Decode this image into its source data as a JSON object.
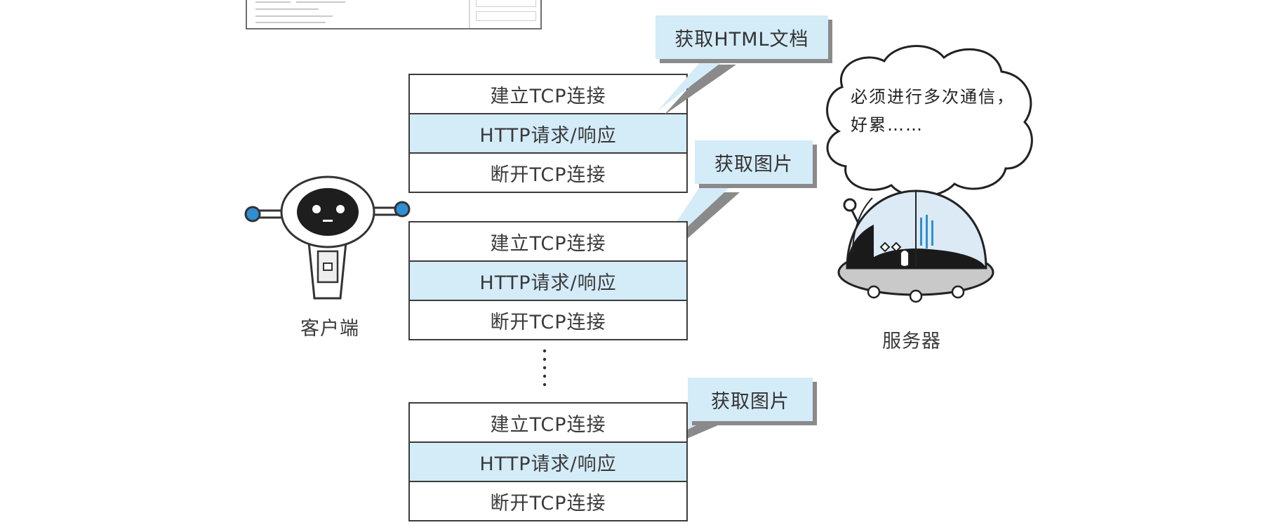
{
  "stacks": [
    {
      "rows": [
        "建立TCP连接",
        "HTTP请求/响应",
        "断开TCP连接"
      ],
      "callout": "获取HTML文档"
    },
    {
      "rows": [
        "建立TCP连接",
        "HTTP请求/响应",
        "断开TCP连接"
      ],
      "callout": "获取图片"
    },
    {
      "rows": [
        "建立TCP连接",
        "HTTP请求/响应",
        "断开TCP连接"
      ],
      "callout": "获取图片"
    }
  ],
  "client": {
    "label": "客户端"
  },
  "server": {
    "label": "服务器",
    "speech_line1": "必须进行多次通信，",
    "speech_line2": "好累……"
  },
  "colors": {
    "highlight": "#d4ebf8",
    "robot_accent": "#2f8fd3",
    "border": "#3c3c3c"
  }
}
